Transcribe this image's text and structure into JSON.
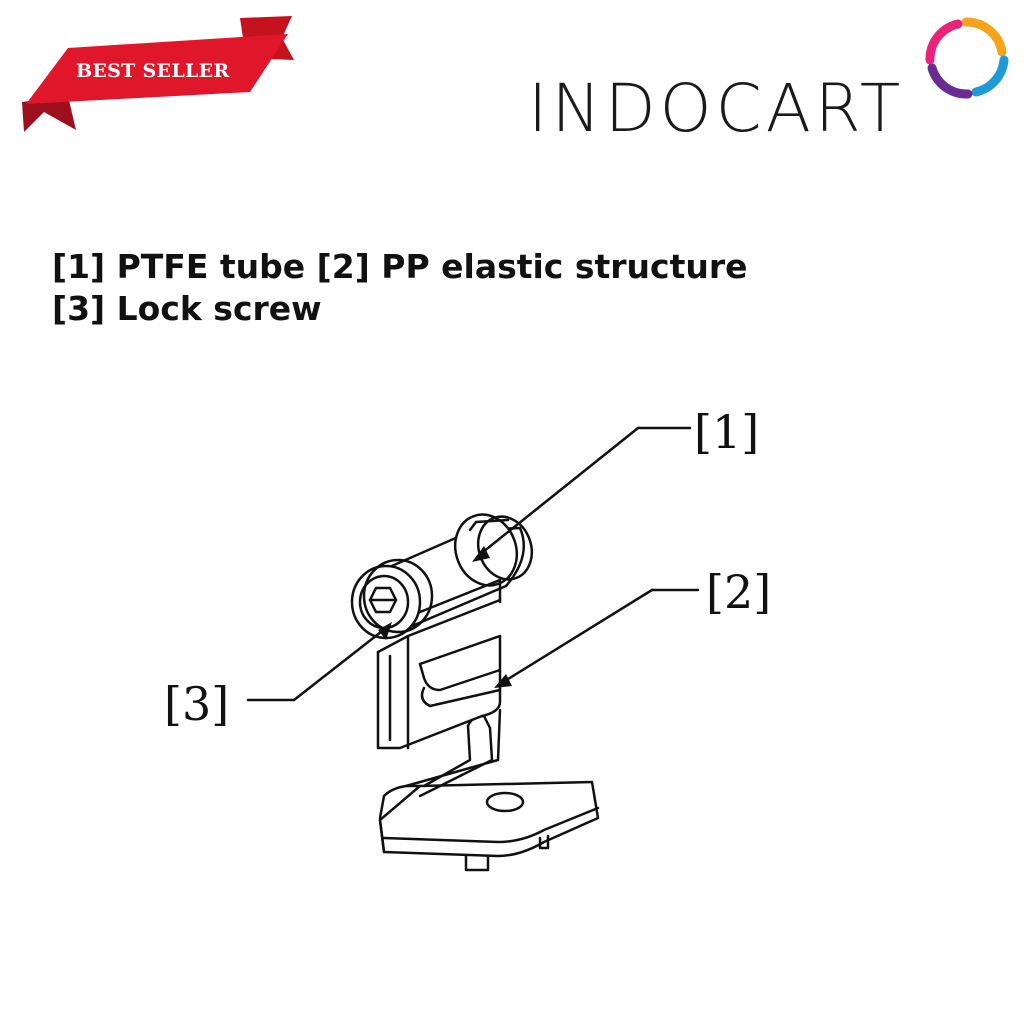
{
  "badge": {
    "label": "BEST SELLER",
    "color": "#e0162b",
    "shadow_color": "#9e0f1e"
  },
  "brand": {
    "name": "INDOCART",
    "logo_icon": "circular-swirl-logo-icon",
    "logo_colors": [
      "#f7a21b",
      "#e8237a",
      "#6a2c91",
      "#1e9ad6"
    ]
  },
  "caption": {
    "line1": "[1] PTFE tube [2] PP elastic structure",
    "line2": "[3] Lock screw"
  },
  "callouts": {
    "c1": "[1]",
    "c2": "[2]",
    "c3": "[3]"
  }
}
